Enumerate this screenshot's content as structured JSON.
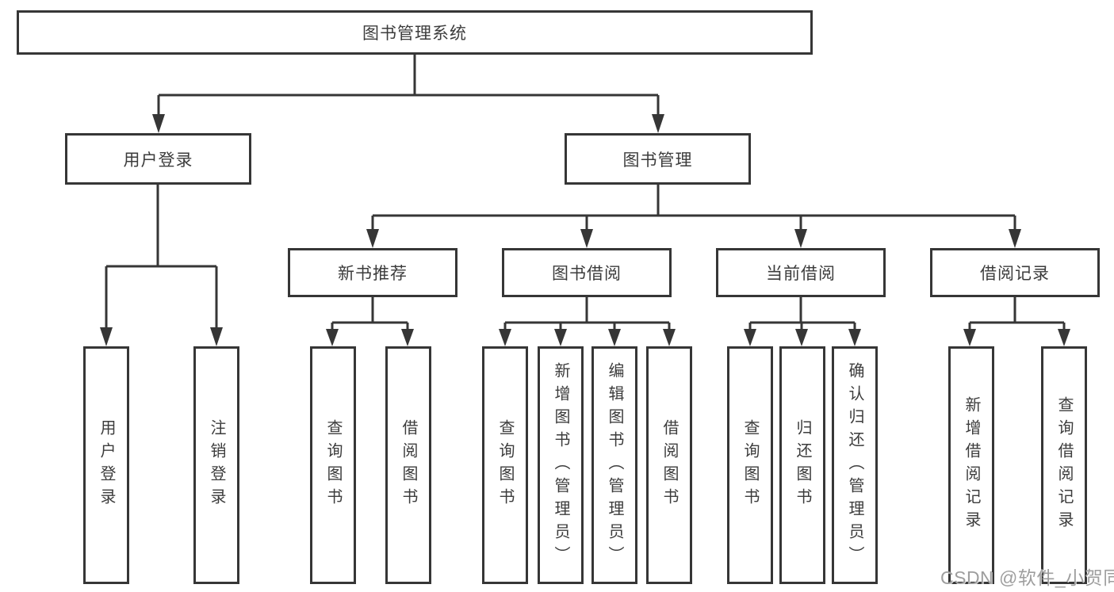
{
  "diagram": {
    "root_label": "图书管理系统",
    "branches": [
      {
        "label": "用户登录",
        "leaves": [
          "用户登录",
          "注销登录"
        ]
      },
      {
        "label": "图书管理",
        "groups": [
          {
            "label": "新书推荐",
            "leaves": [
              "查询图书",
              "借阅图书"
            ]
          },
          {
            "label": "图书借阅",
            "leaves": [
              "查询图书",
              "新增图书（管理员）",
              "编辑图书（管理员）",
              "借阅图书"
            ]
          },
          {
            "label": "当前借阅",
            "leaves": [
              "查询图书",
              "归还图书",
              "确认归还（管理员）"
            ]
          },
          {
            "label": "借阅记录",
            "leaves": [
              "新增借阅记录",
              "查询借阅记录"
            ]
          }
        ]
      }
    ]
  },
  "watermark": "CSDN @软件_小贺同学",
  "colors": {
    "line": "#363636",
    "text": "#3c3c3c",
    "watermark": "#9e9e9e",
    "background": "#ffffff"
  }
}
